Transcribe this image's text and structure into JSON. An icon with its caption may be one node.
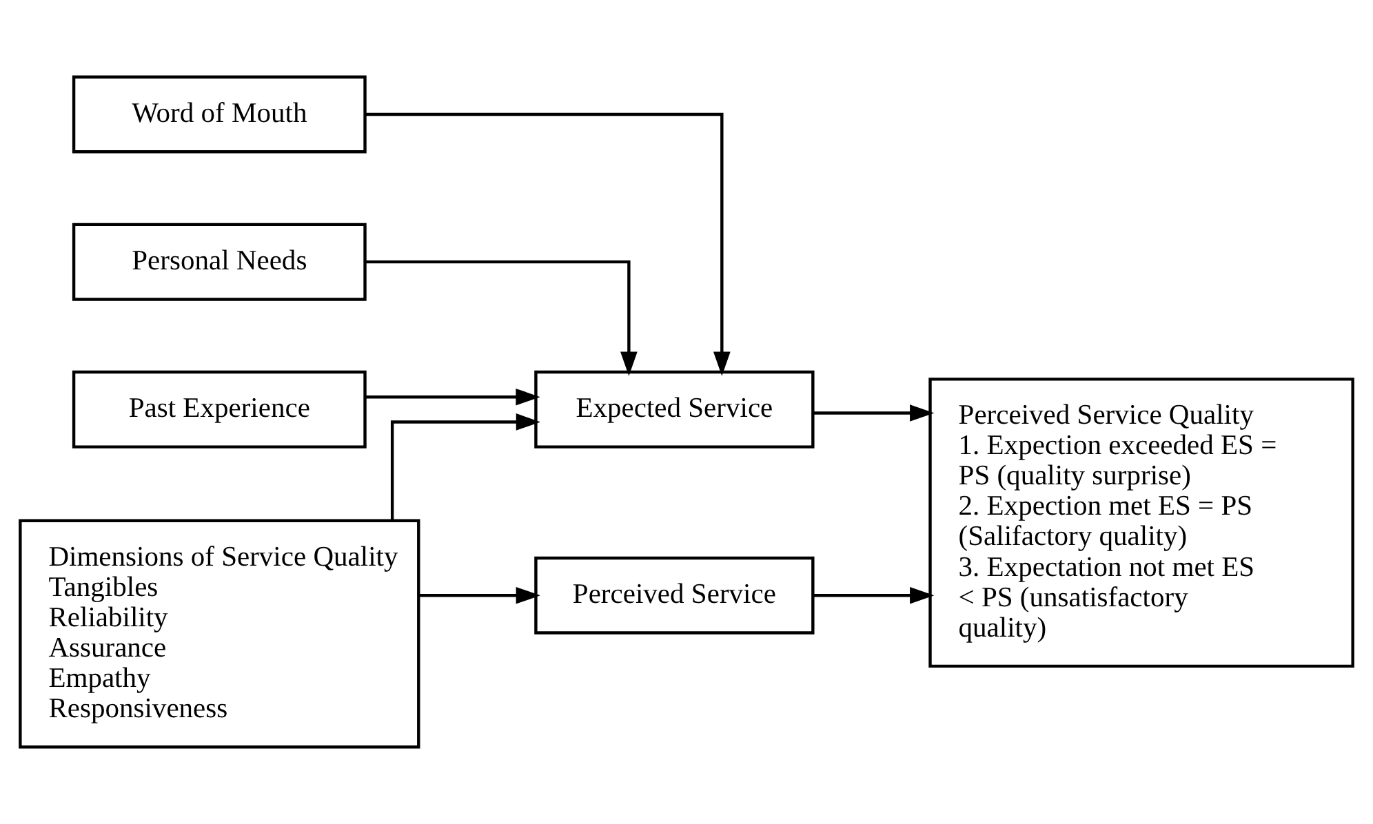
{
  "diagram": {
    "nodes": [
      {
        "text": [
          "Word of Mouth"
        ]
      },
      {
        "text": [
          "Personal Needs"
        ]
      },
      {
        "text": [
          "Past Experience"
        ]
      },
      {
        "text": [
          "Dimensions of Service Quality",
          "Tangibles",
          "Reliability",
          "Assurance",
          "Empathy",
          "Responsiveness"
        ]
      },
      {
        "text": [
          "Expected Service"
        ]
      },
      {
        "text": [
          "Perceived Service"
        ]
      },
      {
        "text": [
          "Perceived Service Quality",
          "1. Expection exceeded ES = PS (quality surprise)",
          "2. Expection met ES = PS (Salifactory quality)",
          "3. Expectation not met ES < PS (unsatisfactory quality)"
        ]
      }
    ],
    "edges": [
      {
        "from": 0,
        "to": 4,
        "arrow": "to"
      },
      {
        "from": 1,
        "to": 4,
        "arrow": "to"
      },
      {
        "from": 2,
        "to": 4,
        "arrow": "to"
      },
      {
        "from": 3,
        "to": 4,
        "arrow": "to"
      },
      {
        "from": 3,
        "to": 5,
        "arrow": "to"
      },
      {
        "from": 4,
        "to": 6,
        "arrow": "to"
      },
      {
        "from": 5,
        "to": 6,
        "arrow": "to"
      }
    ]
  }
}
